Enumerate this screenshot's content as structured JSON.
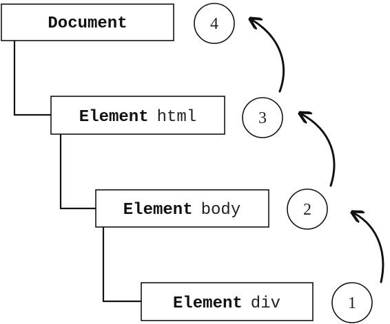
{
  "nodes": [
    {
      "kind": "Document",
      "tag": ""
    },
    {
      "kind": "Element",
      "tag": "html"
    },
    {
      "kind": "Element",
      "tag": "body"
    },
    {
      "kind": "Element",
      "tag": "div"
    }
  ],
  "steps": [
    "4",
    "3",
    "2",
    "1"
  ],
  "colors": {
    "ink": "#111111",
    "background": "#ffffff"
  }
}
